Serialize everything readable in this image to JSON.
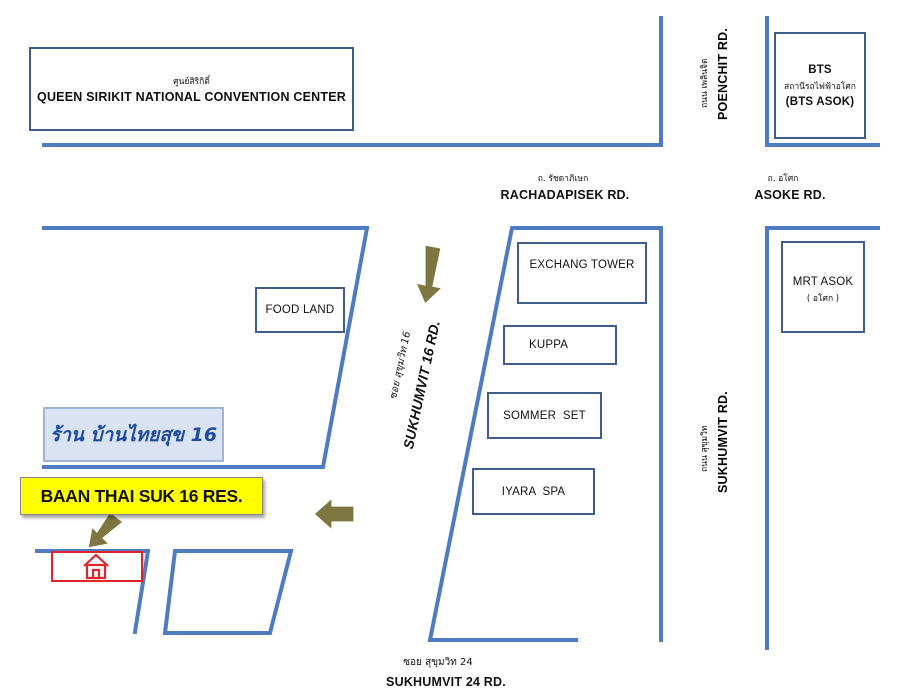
{
  "colors": {
    "road": "#4f7bc0",
    "box_border": "#3f5c8a",
    "arrow": "#7d7640",
    "highlight_red": "#e0242b",
    "label_yellow": "#ffff00",
    "label_blue_bg": "#d9e3f3",
    "label_blue_text": "#1f4aa0"
  },
  "landmarks": {
    "convention_center": {
      "thai": "ศูนย์สิริกิติ์",
      "english": "QUEEN SIRIKIT NATIONAL CONVENTION CENTER"
    },
    "bts": {
      "line1": "BTS",
      "line2": "สถานีรถไฟฟ้าอโศก",
      "line3": "(BTS ASOK)"
    },
    "food_land": {
      "label": "FOOD LAND"
    },
    "exchange_tower": {
      "label": "EXCHANG TOWER"
    },
    "kuppa": {
      "label": "KUPPA"
    },
    "sommer_set": {
      "label": "SOMMER  SET"
    },
    "iyara_spa": {
      "label": "IYARA  SPA"
    },
    "mrt": {
      "line1": "MRT ASOK",
      "line2": "( อโศก )"
    }
  },
  "roads": {
    "ploenchit": {
      "thai": "ถนน เพลินจิต",
      "english": "POENCHIT RD."
    },
    "rachadapisek": {
      "thai": "ถ. รัชดาภิเษก",
      "english": "RACHADAPISEK RD."
    },
    "asoke": {
      "thai": "ถ. อโศก",
      "english": "ASOKE RD."
    },
    "sukhumvit16": {
      "thai": "ซอย สุขุมวิท 16",
      "english": "SUKHUMVIT 16 RD."
    },
    "sukhumvit": {
      "thai": "ถนน สุขุมวิท",
      "english": "SUKHUMVIT RD."
    },
    "sukhumvit24": {
      "thai": "ซอย สุขุมวิท 24",
      "english": "SUKHUMVIT 24 RD."
    }
  },
  "restaurant": {
    "thai_name": "ร้าน บ้านไทยสุข 16",
    "english_name": "BAAN THAI SUK 16 RES.",
    "icon": "house-icon"
  }
}
